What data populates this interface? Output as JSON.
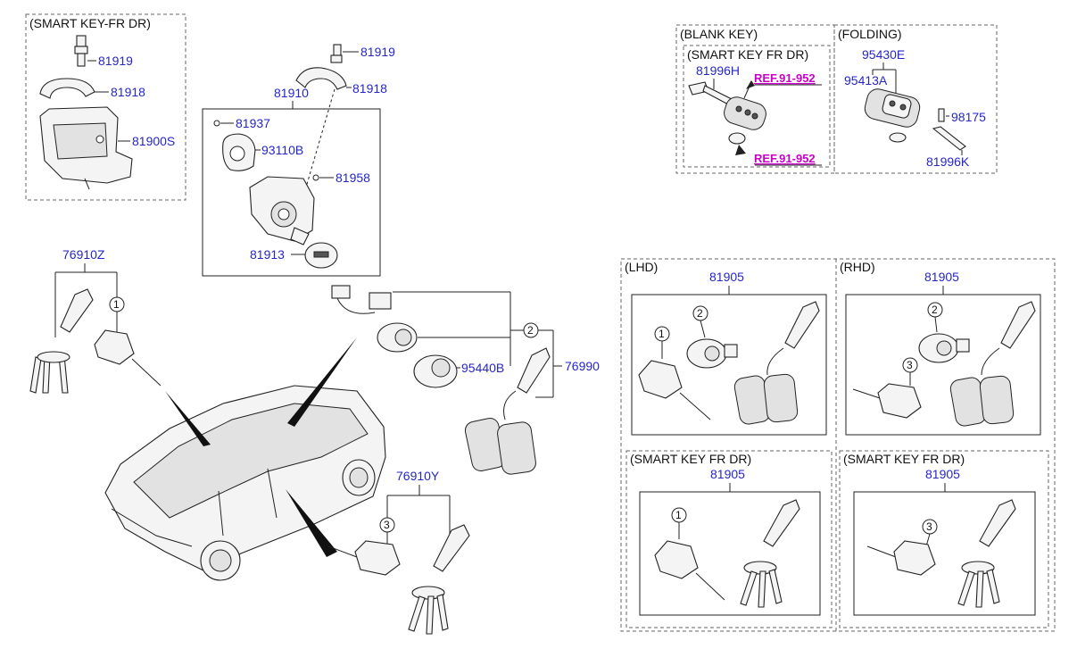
{
  "groups": {
    "smart_key_fr_dr_top": "(SMART KEY-FR DR)",
    "blank_key": "(BLANK KEY)",
    "folding": "(FOLDING)",
    "smart_key_fr_dr_blank": "(SMART KEY FR DR)",
    "lhd": "(LHD)",
    "rhd": "(RHD)",
    "smart_key_fr_dr_lhd": "(SMART KEY FR DR)",
    "smart_key_fr_dr_rhd": "(SMART KEY FR DR)"
  },
  "parts": {
    "p81919_a": "81919",
    "p81918_a": "81918",
    "p81900S": "81900S",
    "p81919_b": "81919",
    "p81918_b": "81918",
    "p81910": "81910",
    "p81937": "81937",
    "p93110B": "93110B",
    "p81958": "81958",
    "p81913": "81913",
    "p76910Z": "76910Z",
    "p95440B": "95440B",
    "p76990": "76990",
    "p76910Y": "76910Y",
    "p81996H": "81996H",
    "ref_a": "REF.91-952",
    "ref_b": "REF.91-952",
    "p95430E": "95430E",
    "p95413A": "95413A",
    "p98175": "98175",
    "p81996K": "81996K",
    "p81905_lhd": "81905",
    "p81905_rhd": "81905",
    "p81905_sk_lhd": "81905",
    "p81905_sk_rhd": "81905"
  },
  "callouts": {
    "c1": "1",
    "c2": "2",
    "c3": "3",
    "c_lhd_1": "1",
    "c_lhd_2": "2",
    "c_rhd_2": "2",
    "c_rhd_3": "3",
    "c_sk_lhd_1": "1",
    "c_sk_rhd_3": "3"
  }
}
